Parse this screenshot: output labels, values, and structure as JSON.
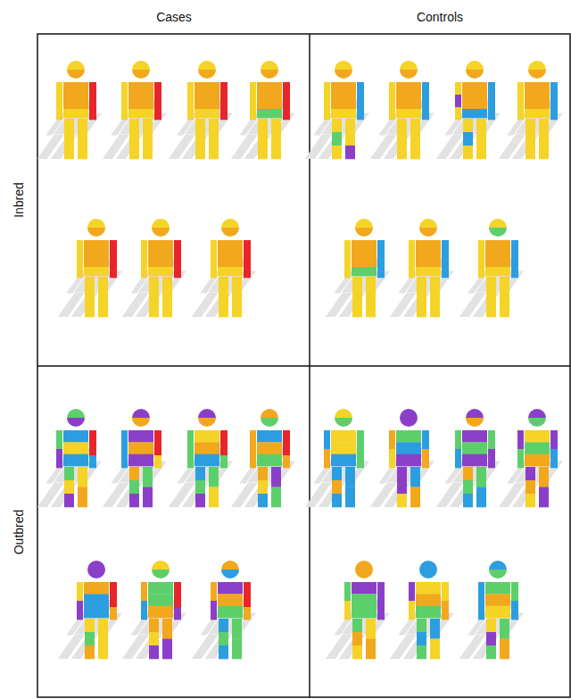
{
  "diagram": {
    "labels": [
      "Cases",
      "Controls",
      "Inbred",
      "Outbred"
    ]
  }
}
